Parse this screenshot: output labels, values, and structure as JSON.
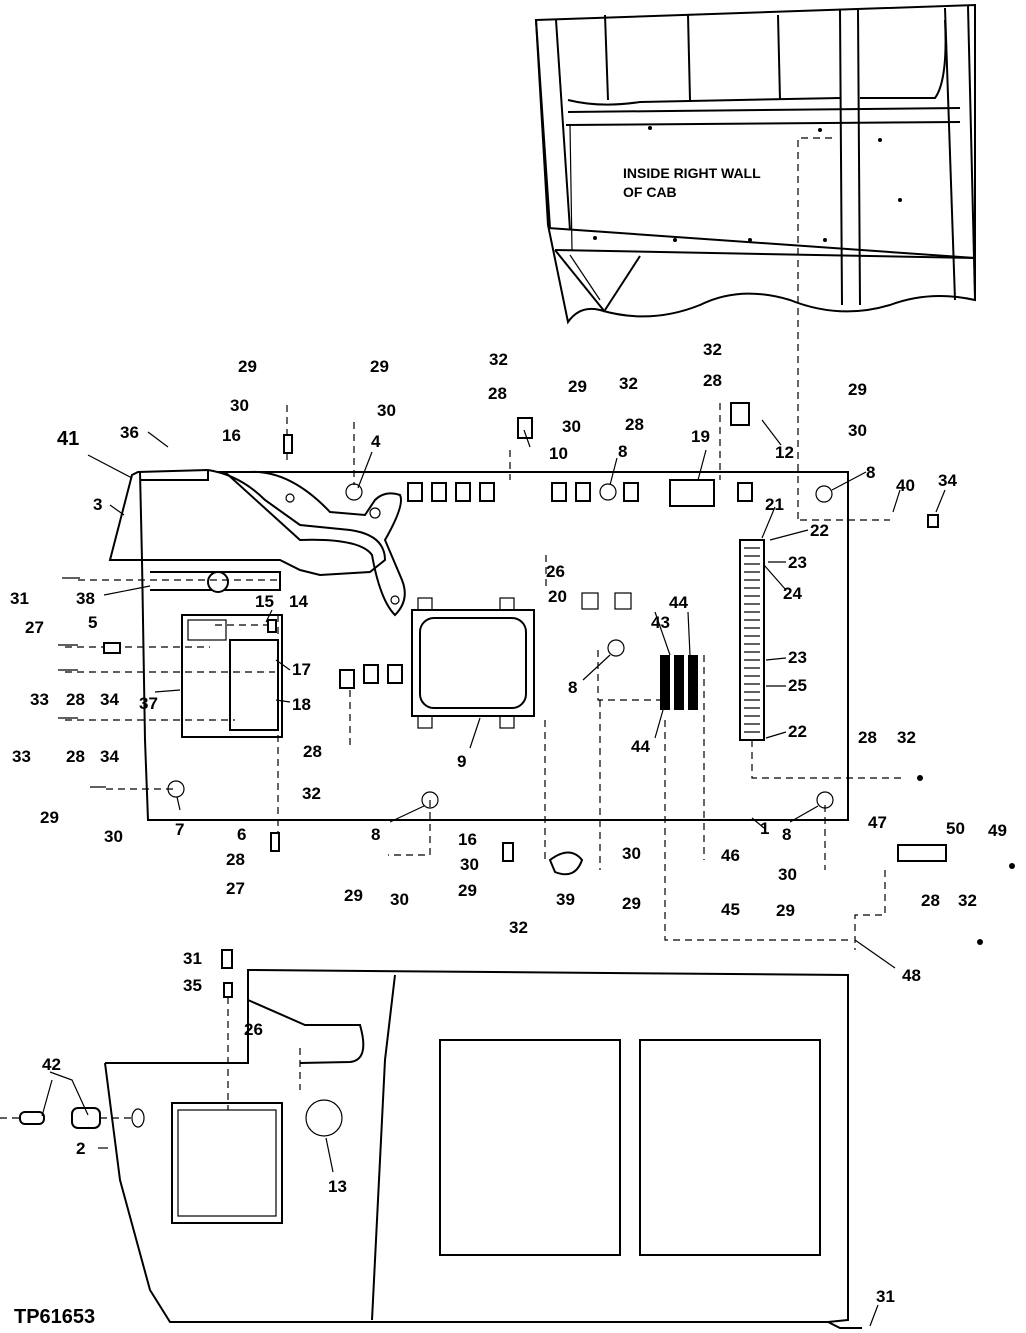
{
  "figure_id": "TP61653",
  "cab_wall_note": [
    "INSIDE RIGHT WALL",
    "OF CAB"
  ],
  "callouts": {
    "c29a": "29",
    "c30a": "30",
    "c16a": "16",
    "c29b": "29",
    "c30b": "30",
    "c36": "36",
    "c41": "41",
    "c3": "3",
    "c4": "4",
    "c32a": "32",
    "c28a": "28",
    "c10": "10",
    "c29c": "29",
    "c30c": "30",
    "c8a": "8",
    "c32b": "32",
    "c28b": "28",
    "c19": "19",
    "c32c": "32",
    "c28c": "28",
    "c12": "12",
    "c29d": "29",
    "c30d": "30",
    "c8b": "8",
    "c40": "40",
    "c34a": "34",
    "c21": "21",
    "c22a": "22",
    "c23a": "23",
    "c24": "24",
    "c31a": "31",
    "c38": "38",
    "c15": "15",
    "c14": "14",
    "c27a": "27",
    "c5": "5",
    "c17": "17",
    "c33a": "33",
    "c28d": "28",
    "c34b": "34",
    "c37": "37",
    "c18": "18",
    "c33b": "33",
    "c28e": "28",
    "c34c": "34",
    "c26a": "26",
    "c20": "20",
    "c44a": "44",
    "c43": "43",
    "c8c": "8",
    "c23b": "23",
    "c25": "25",
    "c44b": "44",
    "c22b": "22",
    "c28f": "28",
    "c32d": "32",
    "c9": "9",
    "c28g": "28",
    "c32e": "32",
    "c29e": "29",
    "c30e": "30",
    "c7": "7",
    "c6": "6",
    "c28h": "28",
    "c27b": "27",
    "c8d": "8",
    "c29f": "29",
    "c30f": "30",
    "c16b": "16",
    "c30g": "30",
    "c29g": "29",
    "c32f": "32",
    "c39": "39",
    "c30h": "30",
    "c29h": "29",
    "c46": "46",
    "c45": "45",
    "c1": "1",
    "c8e": "8",
    "c30i": "30",
    "c29i": "29",
    "c47": "47",
    "c50": "50",
    "c49": "49",
    "c28i": "28",
    "c32g": "32",
    "c48": "48",
    "c31b": "31",
    "c35": "35",
    "c26b": "26",
    "c42": "42",
    "c2": "2",
    "c13": "13",
    "c31c": "31"
  }
}
